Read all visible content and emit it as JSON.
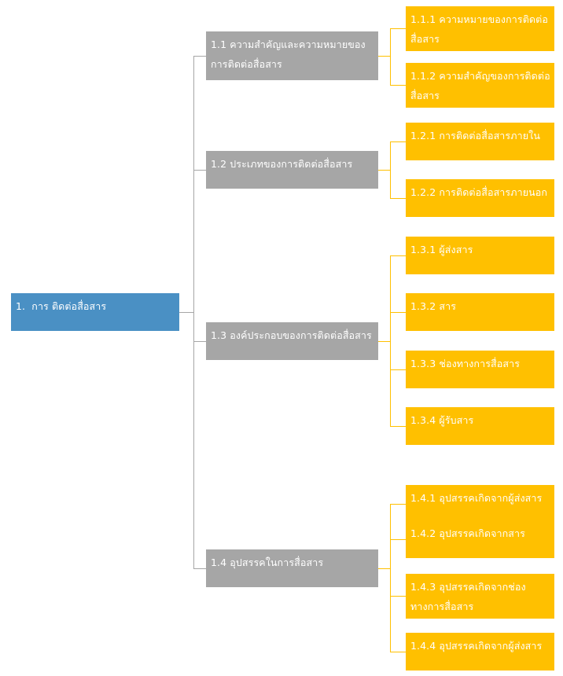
{
  "diagram": {
    "type": "tree-mindmap",
    "orientation": "left-to-right",
    "colors": {
      "root": "#4a90c4",
      "level2": "#a6a6a6",
      "level3": "#ffc000",
      "text": "#ffffff",
      "background": "#ffffff",
      "connector_level2": "#a6a6a6",
      "connector_level3": "#ffc000"
    },
    "root": {
      "id": "1",
      "label": "1.  การ ติดต่อสื่อสาร"
    },
    "branches": [
      {
        "id": "1.1",
        "label": "1.1 ความสำคัญและความหมายของการติดต่อสื่อสาร",
        "children": [
          {
            "id": "1.1.1",
            "label": "1.1.1 ความหมายของการติดต่อสื่อสาร"
          },
          {
            "id": "1.1.2",
            "label": "1.1.2 ความสำคัญของการติดต่อสื่อสาร"
          }
        ]
      },
      {
        "id": "1.2",
        "label": "1.2 ประเภทของการติดต่อสื่อสาร",
        "children": [
          {
            "id": "1.2.1",
            "label": "1.2.1 การติดต่อสื่อสารภายใน"
          },
          {
            "id": "1.2.2",
            "label": "1.2.2 การติดต่อสื่อสารภายนอก"
          }
        ]
      },
      {
        "id": "1.3",
        "label": "1.3 องค์ประกอบของการติดต่อสื่อสาร",
        "children": [
          {
            "id": "1.3.1",
            "label": "1.3.1 ผู้ส่งสาร"
          },
          {
            "id": "1.3.2",
            "label": "1.3.2 สาร"
          },
          {
            "id": "1.3.3",
            "label": "1.3.3 ช่องทางการสื่อสาร"
          },
          {
            "id": "1.3.4",
            "label": "1.3.4 ผู้รับสาร"
          }
        ]
      },
      {
        "id": "1.4",
        "label": "1.4 อุปสรรคในการสื่อสาร",
        "children": [
          {
            "id": "1.4.1",
            "label": "1.4.1 อุปสรรคเกิดจากผู้ส่งสาร"
          },
          {
            "id": "1.4.2",
            "label": "1.4.2 อุปสรรคเกิดจากสาร"
          },
          {
            "id": "1.4.3",
            "label": "1.4.3 อุปสรรคเกิดจากช่องทางการสื่อสาร"
          },
          {
            "id": "1.4.4",
            "label": "1.4.4 อุปสรรคเกิดจากผู้ส่งสาร"
          }
        ]
      }
    ]
  }
}
